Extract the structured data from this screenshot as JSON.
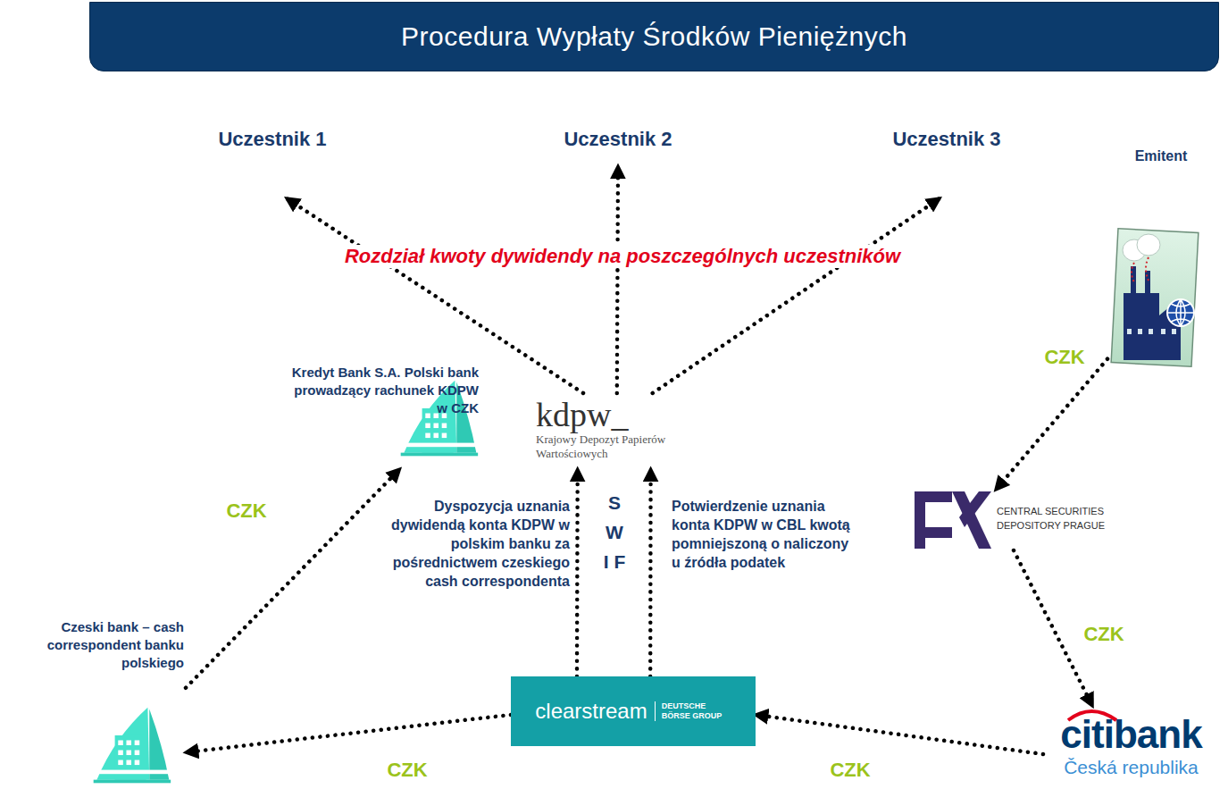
{
  "diagram": {
    "title": "Procedura Wypłaty Środków Pieniężnych",
    "nodes": [
      {
        "text": [
          "Uczestnik 1"
        ]
      },
      {
        "text": [
          "Uczestnik 2"
        ]
      },
      {
        "text": [
          "Uczestnik 3"
        ]
      },
      {
        "text": [
          "Emitent"
        ]
      },
      {
        "text": [
          "Kredyt Bank S.A. Polski bank prowadzący rachunek KDPW w CZK"
        ]
      },
      {
        "text": [
          "kdpw_",
          "Krajowy Depozyt Papierów Wartościowych"
        ]
      },
      {
        "text": [
          "CENTRAL SECURITIES DEPOSITORY PRAGUE"
        ]
      },
      {
        "text": [
          "Czeski bank – cash correspondent banku polskiego"
        ]
      },
      {
        "text": [
          "clearstream",
          "DEUTSCHE BÖRSE GROUP"
        ]
      },
      {
        "text": [
          "citibank",
          "Česká republika"
        ]
      }
    ],
    "edges": [
      {
        "from": 5,
        "to": 0,
        "arrow": "to"
      },
      {
        "from": 5,
        "to": 1,
        "arrow": "to"
      },
      {
        "from": 5,
        "to": 2,
        "arrow": "to"
      },
      {
        "from": 3,
        "to": 6,
        "label": "CZK",
        "arrow": "to"
      },
      {
        "from": 6,
        "to": 9,
        "label": "CZK",
        "arrow": "to"
      },
      {
        "from": 9,
        "to": 8,
        "label": "CZK",
        "arrow": "to"
      },
      {
        "from": 8,
        "to": 7,
        "label": "CZK",
        "arrow": "to"
      },
      {
        "from": 7,
        "to": 4,
        "label": "CZK",
        "arrow": "to"
      },
      {
        "from": 8,
        "to": 5,
        "label": "Dyspozycja uznania dywidendą konta KDPW w polskim banku za pośrednictwem czeskiego cash correspondenta",
        "arrow": "to"
      },
      {
        "from": 8,
        "to": 5,
        "label": "Potwierdzenie uznania konta KDPW w CBL kwotą pomniejszoną o naliczony u źródła podatek",
        "arrow": "to"
      }
    ],
    "labels": [
      "Rozdział kwoty dywidendy na poszczególnych uczestników",
      "S W I F"
    ]
  }
}
